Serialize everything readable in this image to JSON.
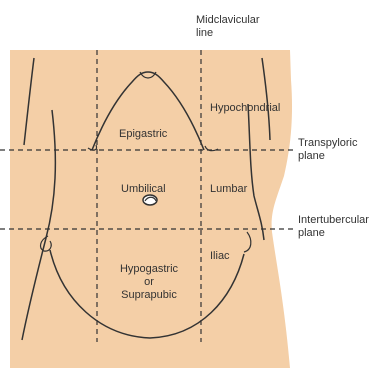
{
  "labels": {
    "midclavicular_line": "Midclavicular\nline",
    "midclavicular_line_1": "Midclavicular",
    "midclavicular_line_2": "line",
    "hypochondrial": "Hypochondrial",
    "epigastric": "Epigastric",
    "transpyloric_1": "Transpyloric",
    "transpyloric_2": "plane",
    "umbilical": "Umbilical",
    "lumbar": "Lumbar",
    "intertubercular_1": "Intertubercular",
    "intertubercular_2": "plane",
    "hypogastric_1": "Hypogastric",
    "hypogastric_2": "or",
    "hypogastric_3": "Suprapubic",
    "iliac": "Iliac"
  },
  "colors": {
    "skin": "#f4cfa7",
    "outline": "#333333",
    "background": "#ffffff"
  }
}
